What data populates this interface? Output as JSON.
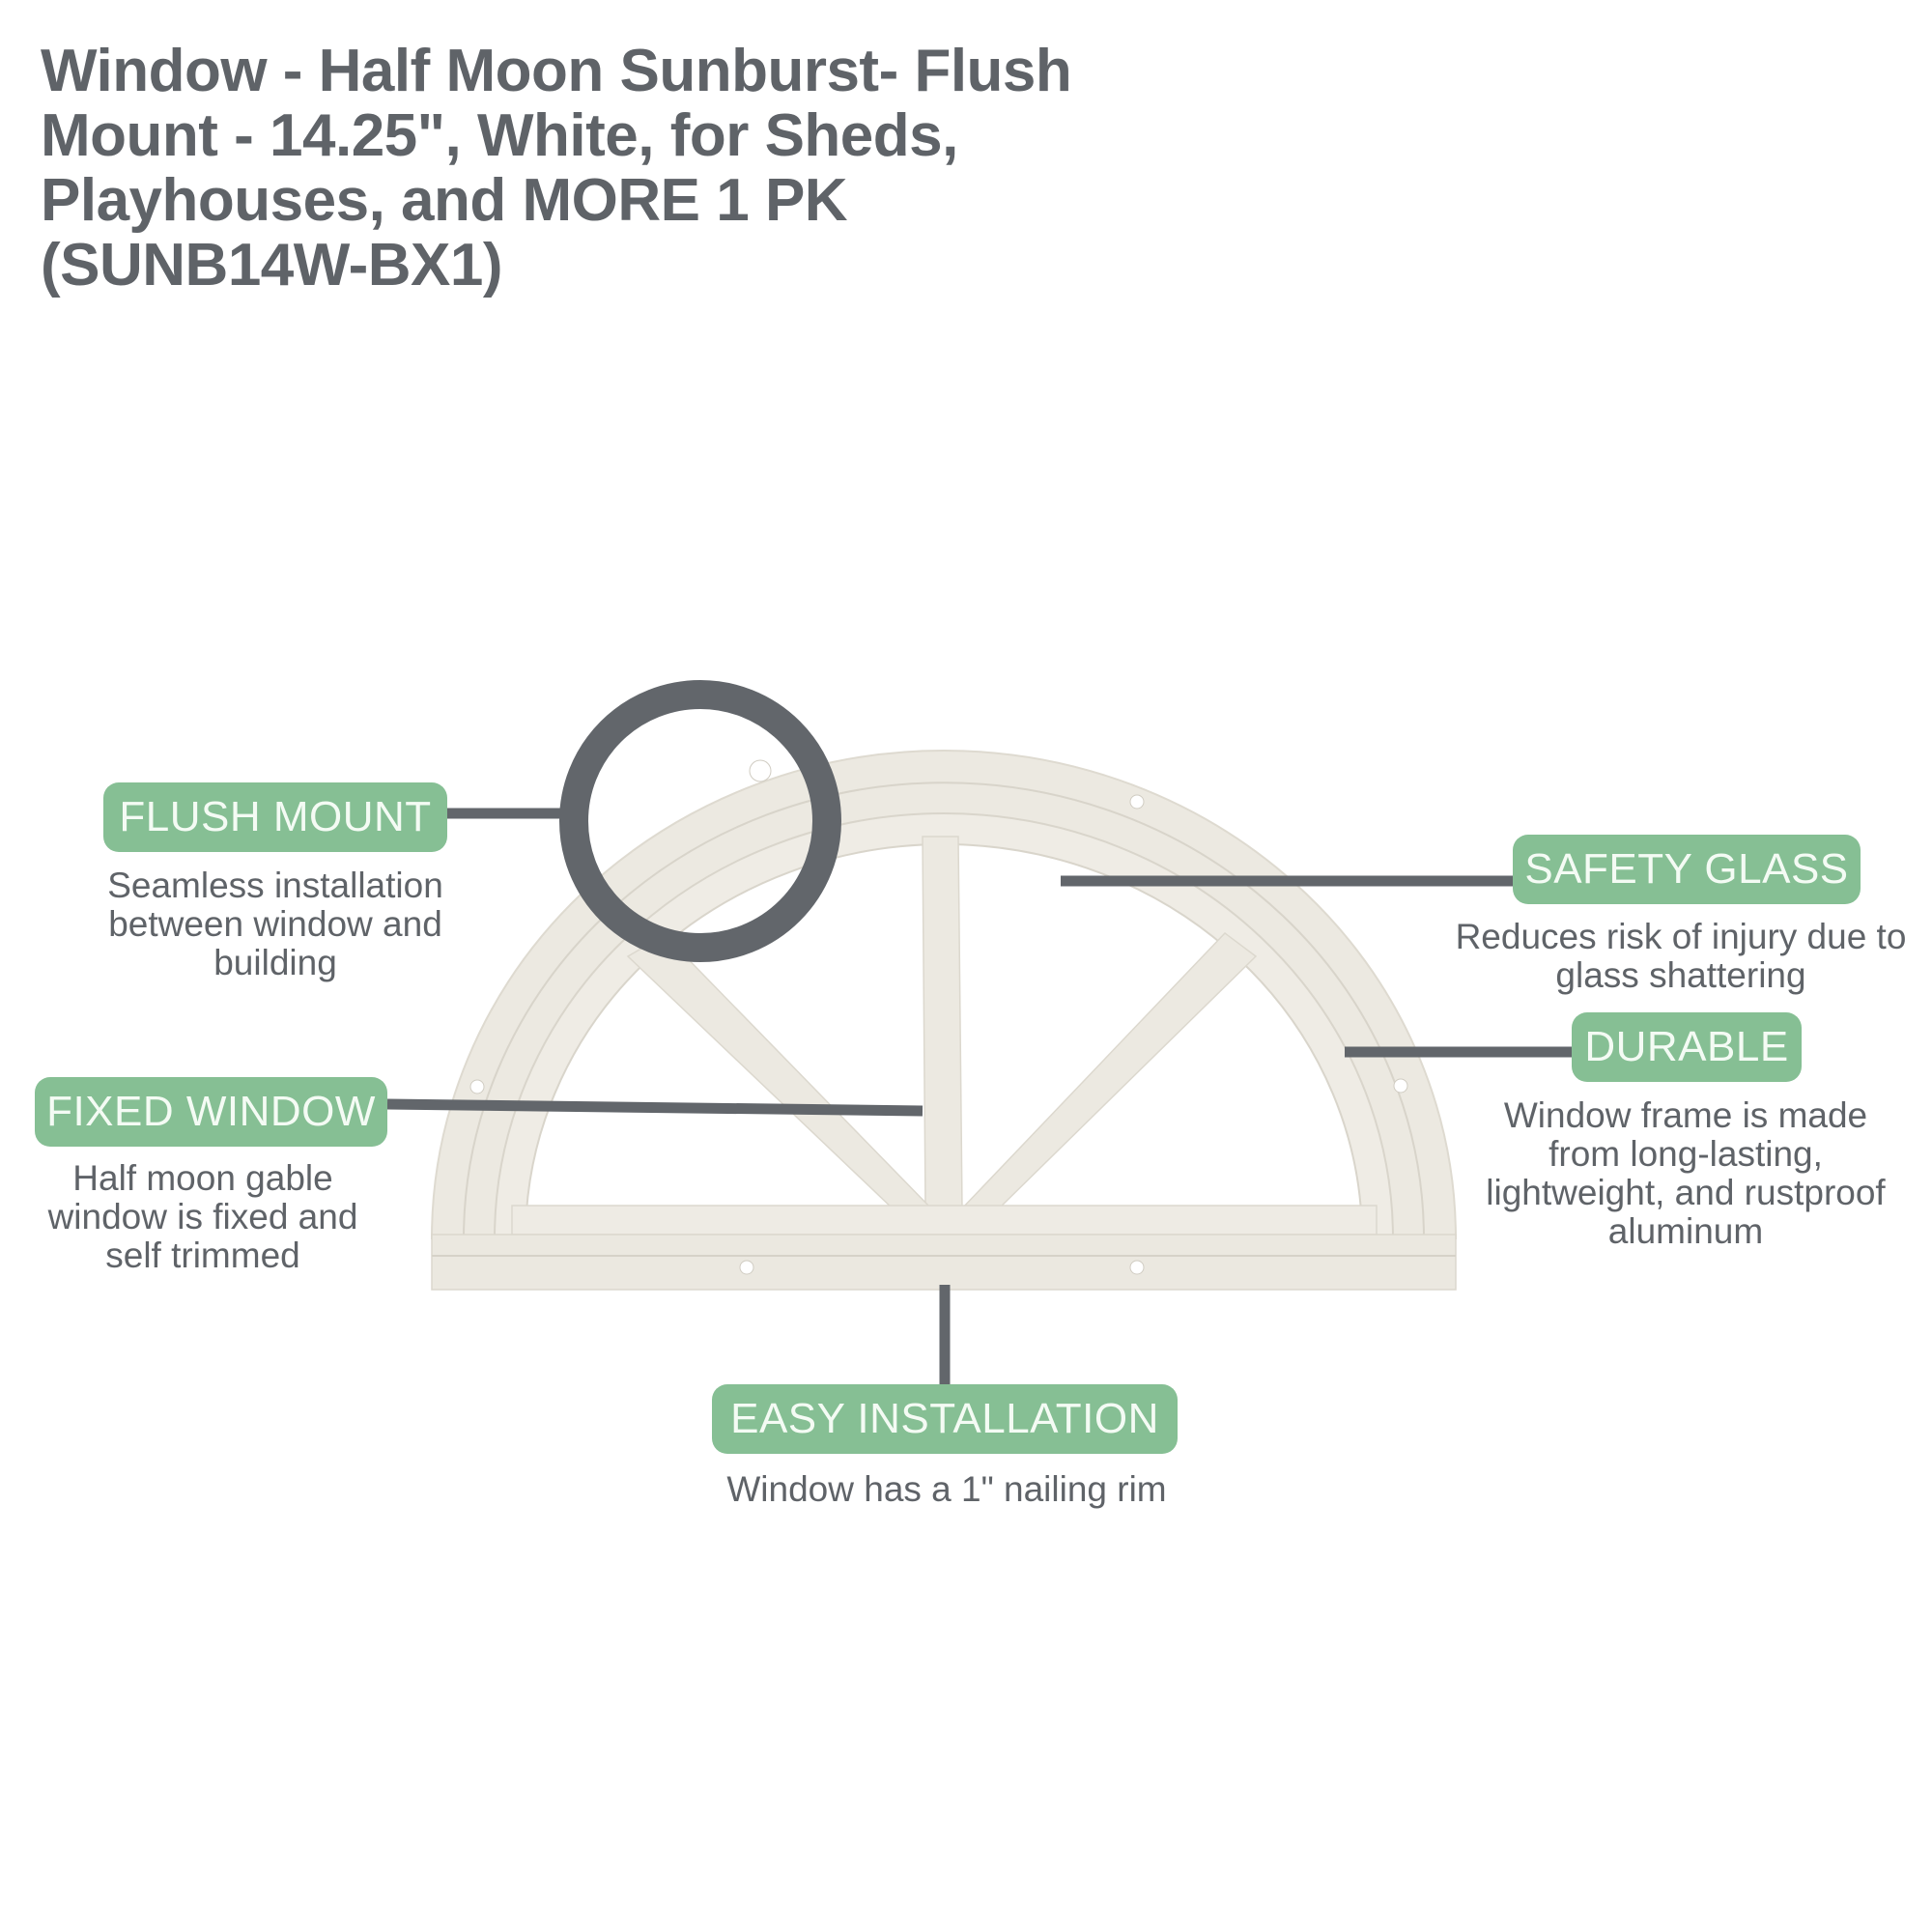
{
  "title": {
    "lines": [
      "Window - Half Moon Sunburst- Flush",
      "Mount - 14.25\", White, for Sheds,",
      "Playhouses, and MORE 1 PK",
      "(SUNB14W-BX1)"
    ]
  },
  "colors": {
    "title_text": "#5f6368",
    "pill_background": "#86bf94",
    "pill_text": "#f4fbf4",
    "callout_line": "#62666b",
    "body_text": "#5f6368",
    "window_frame": "#ece9e1",
    "background": "#ffffff"
  },
  "product_image": {
    "subject": "half-moon-sunburst-window",
    "highlight": "flush-mount-circle"
  },
  "callouts": [
    {
      "id": "flush-mount",
      "label": "FLUSH MOUNT",
      "description": [
        "Seamless installation",
        "between window and",
        "building"
      ]
    },
    {
      "id": "fixed-window",
      "label": "FIXED WINDOW",
      "description": [
        "Half moon gable",
        "window is fixed and",
        "self trimmed"
      ]
    },
    {
      "id": "safety-glass",
      "label": "SAFETY GLASS",
      "description": [
        "Reduces risk of injury due to",
        "glass shattering"
      ]
    },
    {
      "id": "durable",
      "label": "DURABLE",
      "description": [
        "Window frame is made",
        "from long-lasting,",
        "lightweight, and rustproof",
        "aluminum"
      ]
    },
    {
      "id": "easy-installation",
      "label": "EASY INSTALLATION",
      "description": [
        "Window has a 1\" nailing rim"
      ]
    }
  ]
}
